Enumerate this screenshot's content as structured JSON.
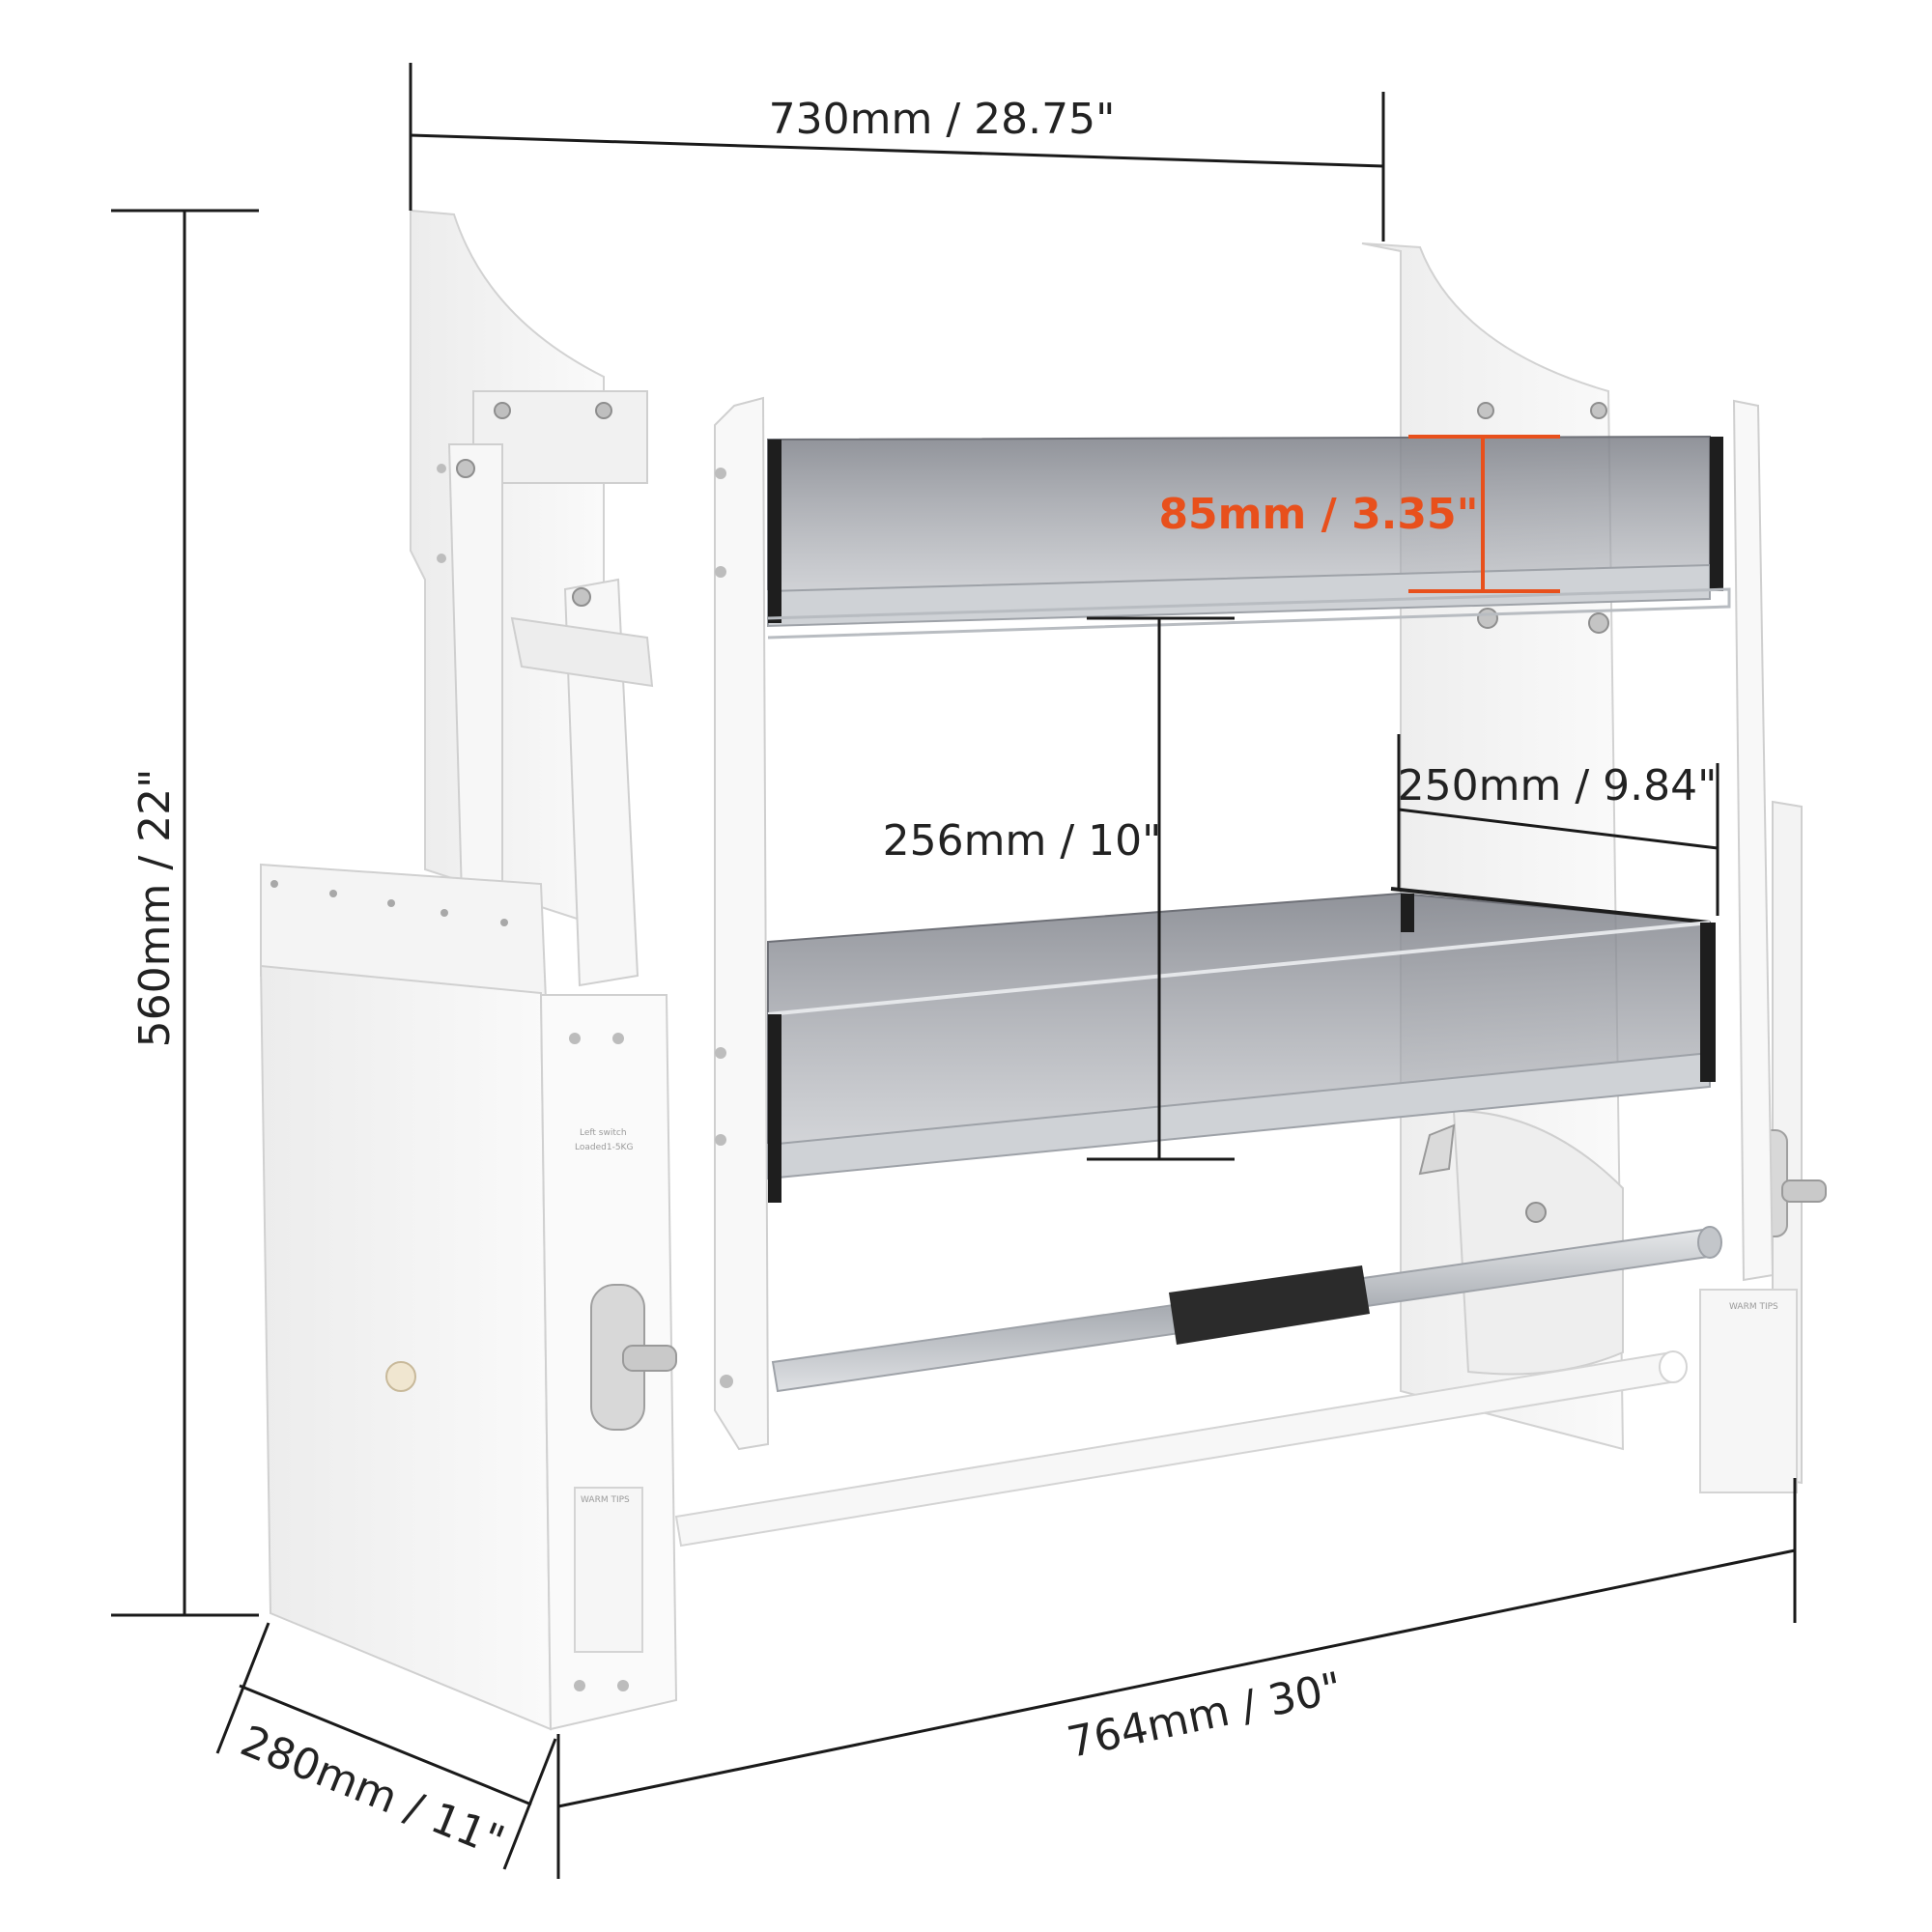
{
  "dimensions": {
    "top_width": "730mm / 28.75\"",
    "height": "560mm / 22\"",
    "bottom_width": "764mm / 30\"",
    "depth": "280mm / 11\"",
    "shelf_spacing": "256mm / 10\"",
    "basket_depth": "250mm / 9.84\"",
    "basket_height": "85mm / 3.35\""
  },
  "labels": {
    "switch_label_line1": "Left switch",
    "switch_label_line2": "Loaded1-5KG",
    "warm_tips_left": "WARM TIPS",
    "warm_tips_right": "WARM TIPS"
  },
  "colors": {
    "accent": "#e8501c",
    "line": "#1a1a1a",
    "frame": "#f4f4f4",
    "glass": "#8a8d94",
    "rail": "#c9ccd1",
    "handle": "#2b2b2b"
  }
}
